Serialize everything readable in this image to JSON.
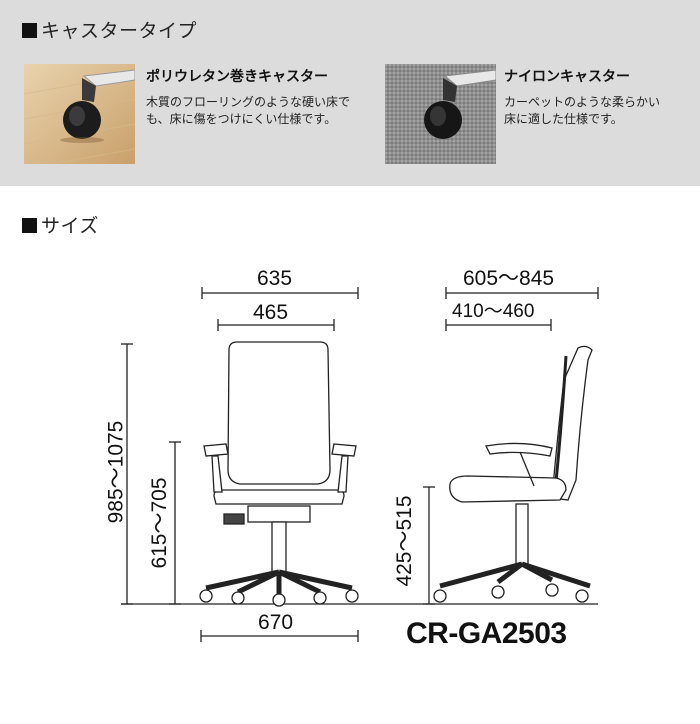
{
  "caster_section": {
    "title": "キャスタータイプ",
    "items": [
      {
        "name": "ポリウレタン巻きキャスター",
        "description": "木質のフローリングのような硬い床でも、床に傷をつけにくい仕様です。"
      },
      {
        "name": "ナイロンキャスター",
        "description": "カーペットのような柔らかい床に適した仕様です。"
      }
    ]
  },
  "size_section": {
    "title": "サイズ",
    "front": {
      "overall_width": "635",
      "seat_width": "465",
      "base_width": "670",
      "overall_height": "985～1075",
      "armrest_height": "615～705"
    },
    "side": {
      "overall_depth": "605～845",
      "seat_depth": "410～460",
      "seat_height": "425～515"
    },
    "model": "CR-GA2503"
  },
  "colors": {
    "caster_band": "#dcdcdc",
    "line": "#222222",
    "text": "#111111"
  }
}
